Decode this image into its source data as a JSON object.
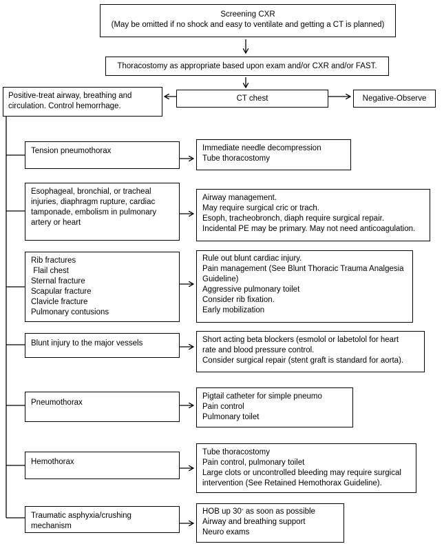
{
  "flow": {
    "screening": {
      "title": "Screening CXR",
      "note": "(May be omitted if no shock and easy to ventilate and getting a CT is planned)"
    },
    "thoracostomy": "Thoracostomy as appropriate based upon exam and/or CXR and/or FAST.",
    "positive": {
      "line1": "Positive-treat airway, breathing and",
      "line2": "circulation.  Control hemorrhage."
    },
    "ct": "CT chest",
    "negative": "Negative-Observe"
  },
  "injuries": [
    {
      "label_lines": [
        "Tension pneumothorax"
      ],
      "treatment_lines": [
        "Immediate needle decompression",
        "Tube thoracostomy"
      ]
    },
    {
      "label_lines": [
        "Esophageal, bronchial, or tracheal",
        "injuries, diaphragm rupture, cardiac",
        "tamponade, embolism in pulmonary",
        "artery or heart"
      ],
      "treatment_lines": [
        "Airway management.",
        "May require surgical cric or trach.",
        "Esoph, tracheobronch, diaph require surgical repair.",
        "Incidental PE may be primary. May not need anticoagulation."
      ]
    },
    {
      "label_lines": [
        "Rib fractures",
        " Flail chest",
        "Sternal fracture",
        "Scapular fracture",
        "Clavicle fracture",
        "Pulmonary contusions"
      ],
      "treatment_lines": [
        "Rule out blunt cardiac injury.",
        "Pain management (See Blunt Thoracic Trauma Analgesia",
        "Guideline)",
        "Aggressive pulmonary toilet",
        "Consider rib fixation.",
        "Early mobilization"
      ]
    },
    {
      "label_lines": [
        "Blunt injury to the major vessels"
      ],
      "treatment_lines": [
        "Short acting beta blockers (esmolol or labetolol for heart",
        "rate and blood pressure control.",
        "Consider surgical repair (stent graft is standard for aorta)."
      ]
    },
    {
      "label_lines": [
        "Pneumothorax"
      ],
      "treatment_lines": [
        "Pigtail catheter for simple pneumo",
        "Pain control",
        "Pulmonary toilet"
      ]
    },
    {
      "label_lines": [
        "Hemothorax"
      ],
      "treatment_lines": [
        "Tube thoracostomy",
        "Pain control, pulmonary toilet",
        "Large clots or uncontrolled bleeding may require surgical",
        "intervention (See Retained Hemothorax Guideline)."
      ]
    },
    {
      "label_lines": [
        "Traumatic asphyxia/crushing",
        "mechanism"
      ],
      "treatment_lines": [],
      "treatment_hob": {
        "prefix": "HOB up 30",
        "sup": "°",
        "suffix": " as soon as possible"
      },
      "treatment_rest": [
        "Airway and breathing support",
        "Neuro exams"
      ]
    }
  ]
}
